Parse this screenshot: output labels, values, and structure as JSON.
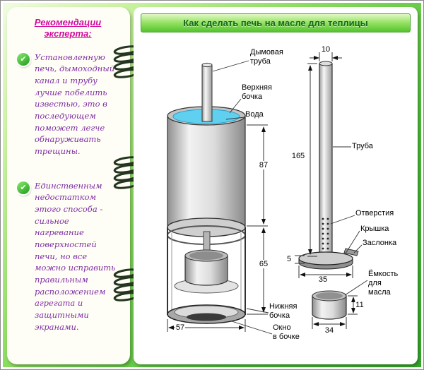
{
  "colors": {
    "frame_green": "#46bb34",
    "header_text_green": "#14691a",
    "sidebar_title_magenta": "#d10b9e",
    "tip_text_purple": "#7c2da3",
    "check_green": "#1d9b1d",
    "water_blue": "#5fd0f0"
  },
  "icons": {
    "check_glyph": "✔"
  },
  "sidebar": {
    "title": "Рекомендации эксперта:",
    "tips": [
      "Установленную печь, дымоходный канал и трубу лучше побелить известью, это в последующем поможет легче обнаруживать трещины.",
      "Единственным недостатком этого способа - сильное нагревание поверхностей печи, но все можно исправить правильным расположением агрегата и защитными экранами."
    ]
  },
  "main": {
    "title": "Как сделать печь на масле для теплицы"
  },
  "diagram": {
    "labels": {
      "chimney": "Дымовая\nтруба",
      "upper_barrel": "Верхняя\nбочка",
      "water": "Вода",
      "lower_barrel": "Нижняя\nбочка",
      "barrel_window": "Окно\nв бочке",
      "pipe": "Труба",
      "holes": "Отверстия",
      "lid": "Крышка",
      "damper": "Заслонка",
      "oil_tank": "Ёмкость\nдля\nмасла"
    },
    "dims": {
      "upper_barrel_height": "87",
      "lower_barrel_height": "65",
      "barrel_diameter": "57",
      "pipe_diameter": "10",
      "pipe_height": "165",
      "lid_thickness": "5",
      "lid_diameter": "35",
      "tank_height": "11",
      "tank_diameter": "34"
    }
  }
}
